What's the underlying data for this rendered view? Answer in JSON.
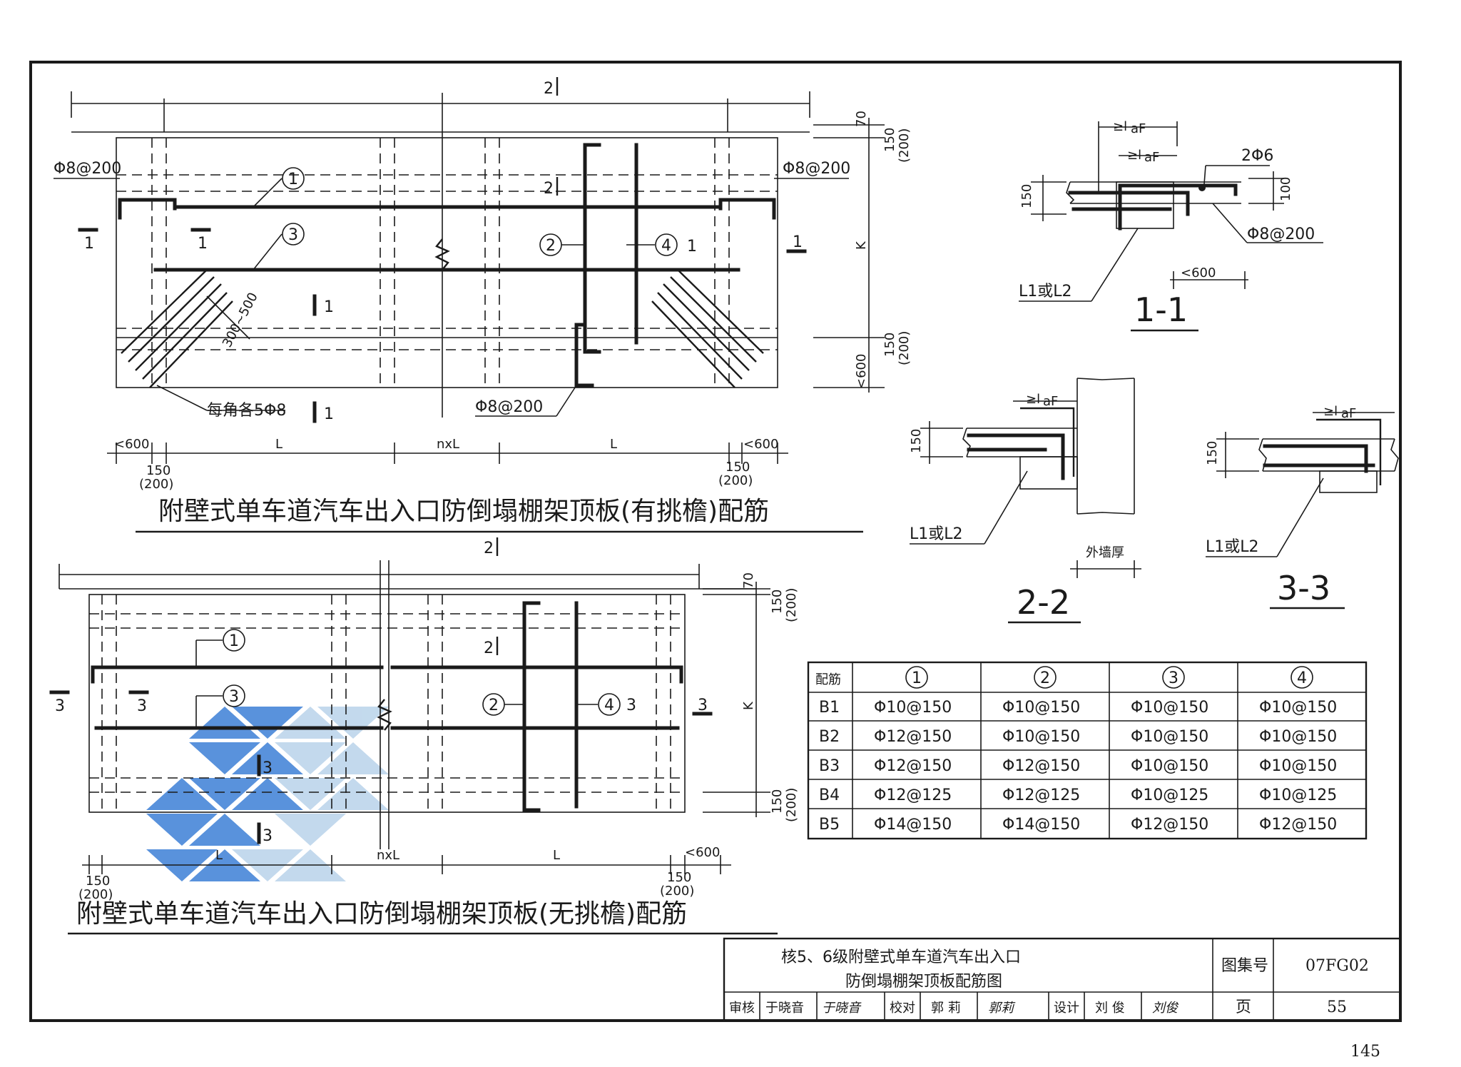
{
  "page_number": "145",
  "plan_top": {
    "title": "附壁式单车道汽车出入口防倒塌棚架顶板(有挑檐)配筋",
    "dims": {
      "span_mark": "2",
      "d70": "70",
      "d150_top": "150",
      "d200_top": "(200)",
      "d150_bot": "150",
      "d200_bot": "(200)",
      "dK": "K",
      "d600_right": "<600",
      "d600_left": "<600",
      "d600_r2": "<600",
      "dL1": "L",
      "dnxL": "nxL",
      "dL2": "L",
      "d150_bl": "150",
      "d200_bl": "(200)",
      "d150_br": "150",
      "d200_br": "(200)",
      "d300_500": "300~500"
    },
    "labels": {
      "bar_left": "Φ8@200",
      "bar_right": "Φ8@200",
      "bar_bottom": "Φ8@200",
      "corner_bars": "每角各5Φ8",
      "sec1_a": "1",
      "sec1_b": "1",
      "sec1_c": "1",
      "sec1_d": "1",
      "sec1_e": "1",
      "sec1_f": "1",
      "sec2_a": "2",
      "sec2_b": "2",
      "c1": "1",
      "c2": "2",
      "c3": "3",
      "c4": "4"
    }
  },
  "plan_bottom": {
    "title": "附壁式单车道汽车出入口防倒塌棚架顶板(无挑檐)配筋",
    "dims": {
      "span_mark": "2",
      "d70": "70",
      "d150_top": "150",
      "d200_top": "(200)",
      "d150_bot": "150",
      "d200_bot": "(200)",
      "dK": "K",
      "d600": "<600",
      "dL1": "L",
      "dnxL": "nxL",
      "dL2": "L",
      "d150_bl": "150",
      "d200_bl": "(200)",
      "d150_br": "150",
      "d200_br": "(200)"
    },
    "labels": {
      "sec3_a": "3",
      "sec3_b": "3",
      "sec3_c": "3",
      "sec3_d": "3",
      "sec3_e": "3",
      "sec3_f": "3",
      "sec2": "2",
      "c1": "1",
      "c2": "2",
      "c3": "3",
      "c4": "4"
    }
  },
  "section_1": {
    "title": "1-1",
    "laf1": "≥l",
    "laf1_sub": "aF",
    "laf2": "≥l",
    "laf2_sub": "aF",
    "bars": "2Φ6",
    "d150": "150",
    "d100": "100",
    "stirrup": "Φ8@200",
    "d600": "<600",
    "beam": "L1或L2"
  },
  "section_2": {
    "title": "2-2",
    "laf": "≥l",
    "laf_sub": "aF",
    "d150": "150",
    "beam": "L1或L2",
    "wall": "外墙厚"
  },
  "section_3": {
    "title": "3-3",
    "laf": "≥l",
    "laf_sub": "aF",
    "d150": "150",
    "beam": "L1或L2"
  },
  "rebar_table": {
    "corner": "配筋",
    "headers": [
      "1",
      "2",
      "3",
      "4"
    ],
    "rows": [
      {
        "name": "B1",
        "cells": [
          "Φ10@150",
          "Φ10@150",
          "Φ10@150",
          "Φ10@150"
        ]
      },
      {
        "name": "B2",
        "cells": [
          "Φ12@150",
          "Φ10@150",
          "Φ10@150",
          "Φ10@150"
        ]
      },
      {
        "name": "B3",
        "cells": [
          "Φ12@150",
          "Φ12@150",
          "Φ10@150",
          "Φ10@150"
        ]
      },
      {
        "name": "B4",
        "cells": [
          "Φ12@125",
          "Φ12@125",
          "Φ10@125",
          "Φ10@125"
        ]
      },
      {
        "name": "B5",
        "cells": [
          "Φ14@150",
          "Φ14@150",
          "Φ12@150",
          "Φ12@150"
        ]
      }
    ]
  },
  "title_block": {
    "title_line1": "核5、6级附壁式单车道汽车出入口",
    "title_line2": "防倒塌棚架顶板配筋图",
    "atlas_label": "图集号",
    "atlas_no": "07FG02",
    "page_label": "页",
    "page_no": "55",
    "review_label": "审核",
    "review_name": "于晓音",
    "review_sign": "于晓音",
    "check_label": "校对",
    "check_name": "郭 莉",
    "check_sign": "郭莉",
    "design_label": "设计",
    "design_name": "刘 俊",
    "design_sign": "刘俊"
  },
  "colors": {
    "ink": "#1a1a1a",
    "watermark_dark": "#3d7fd6",
    "watermark_light": "#b9d3ea"
  }
}
